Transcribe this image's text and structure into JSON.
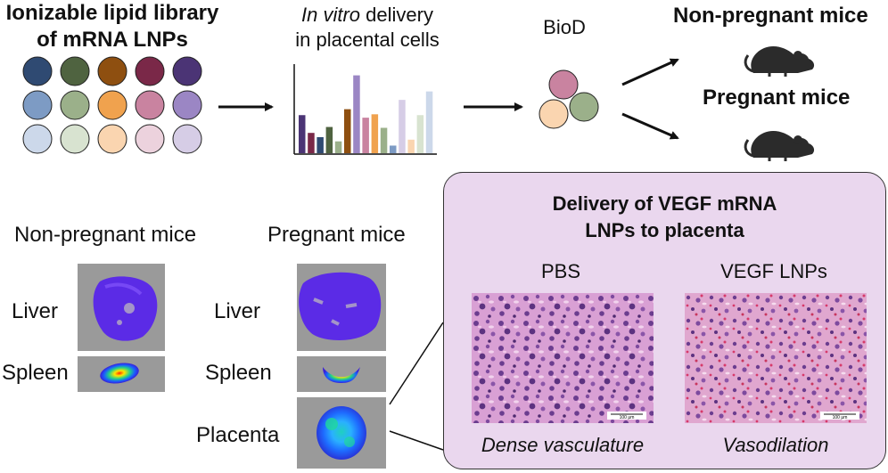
{
  "top": {
    "library_title_line1": "Ionizable lipid library",
    "library_title_line2": "of mRNA LNPs",
    "invitro_italic": "In vitro",
    "invitro_rest": " delivery",
    "invitro_line2": "in placental cells",
    "biod": "BioD",
    "non_pregnant_mice": "Non-pregnant mice",
    "pregnant_mice": "Pregnant mice"
  },
  "library_colors": [
    [
      "#2f4a72",
      "#4f6340",
      "#8e4f10",
      "#7a2848",
      "#4b3475"
    ],
    [
      "#7d9bc4",
      "#9bb08a",
      "#f0a24e",
      "#c983a0",
      "#9b86c4"
    ],
    [
      "#ccd8ea",
      "#d8e3d0",
      "#fad5b0",
      "#ecd2dd",
      "#d6cde6"
    ]
  ],
  "bar_colors": [
    "#4b3475",
    "#7a2848",
    "#2f4a72",
    "#4f6340",
    "#9bb08a",
    "#8e4f10",
    "#9b86c4",
    "#c983a0",
    "#f0a24e",
    "#9bb08a",
    "#7d9bc4",
    "#d6cde6",
    "#fad5b0",
    "#d8e3d0",
    "#ccd8ea"
  ],
  "bar_levels": [
    0.45,
    0.24,
    0.19,
    0.31,
    0.14,
    0.52,
    0.92,
    0.42,
    0.46,
    0.3,
    0.09,
    0.63,
    0.16,
    0.45,
    0.73
  ],
  "biod_colors": [
    "#c983a0",
    "#9bb08a",
    "#fad5b0"
  ],
  "bottom": {
    "non_pregnant_mice": "Non-pregnant mice",
    "pregnant_mice": "Pregnant mice",
    "liver": "Liver",
    "spleen": "Spleen",
    "placenta": "Placenta"
  },
  "panel": {
    "title_line1": "Delivery of VEGF mRNA",
    "title_line2": "LNPs to placenta",
    "pbs": "PBS",
    "vegf_lnps": "VEGF LNPs",
    "dense_vasculature": "Dense vasculature",
    "vasodilation": "Vasodilation",
    "scale_bar": "100 μm"
  }
}
